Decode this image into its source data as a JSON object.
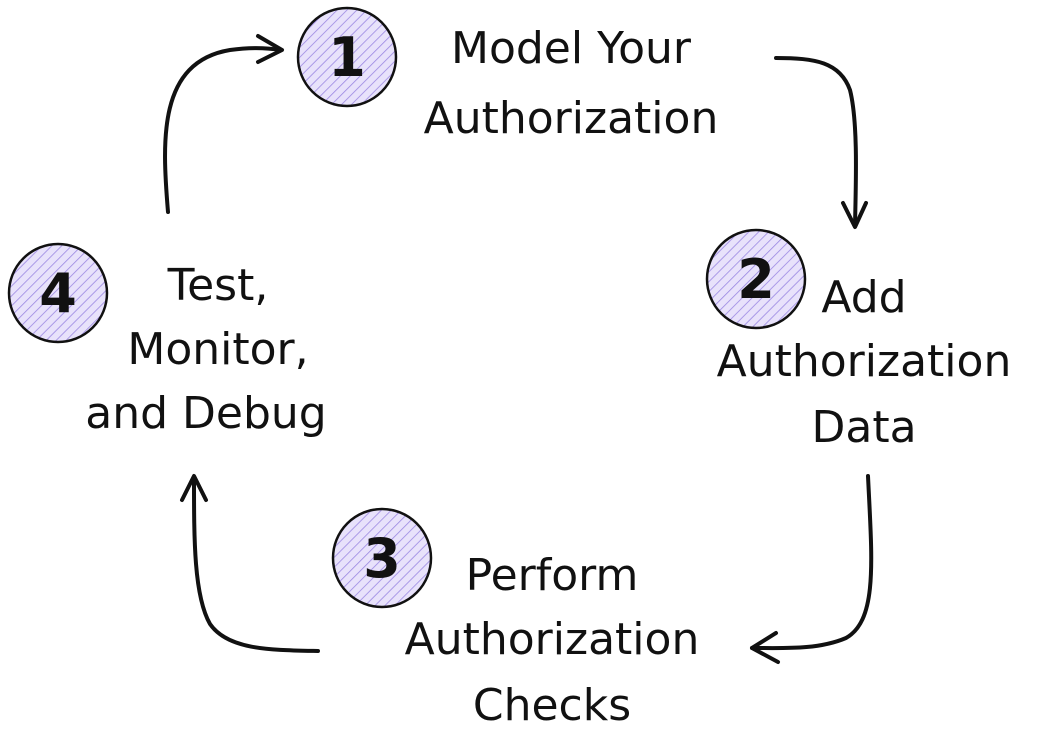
{
  "accent_color": "#d3c9f3",
  "stroke_color": "#111111",
  "steps": [
    {
      "number": "1",
      "lines": [
        "Model Your",
        "Authorization"
      ]
    },
    {
      "number": "2",
      "lines": [
        "Add",
        "Authorization",
        "Data"
      ]
    },
    {
      "number": "3",
      "lines": [
        "Perform",
        "Authorization",
        "Checks"
      ]
    },
    {
      "number": "4",
      "lines": [
        "Test,",
        "Monitor,",
        "and Debug"
      ]
    }
  ]
}
